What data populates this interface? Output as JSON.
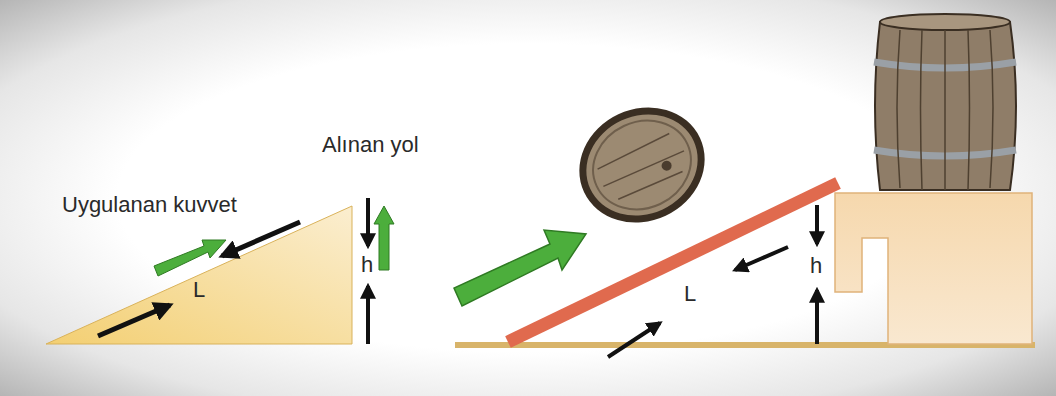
{
  "diagram": {
    "labels": [
      "Alınan yol",
      "Uygulanan kuvvet",
      "L",
      "h",
      "L",
      "h"
    ]
  }
}
